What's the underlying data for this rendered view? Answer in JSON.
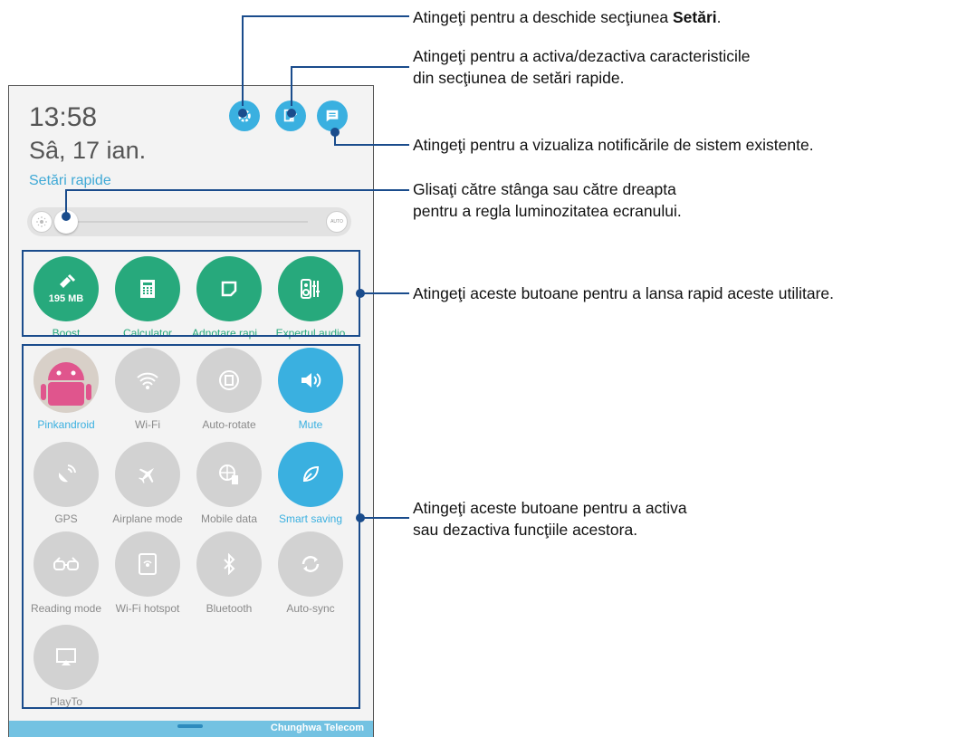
{
  "phone": {
    "time": "13:58",
    "date": "Sâ, 17 ian.",
    "quick_settings_label": "Setări rapide",
    "top_icons": [
      "settings-icon",
      "edit-quick-settings-icon",
      "notifications-icon"
    ],
    "brightness_auto_label": "AUTO",
    "utilities": [
      {
        "label": "Boost",
        "value": "195 MB",
        "icon": "broom-icon"
      },
      {
        "label": "Calculator",
        "icon": "calculator-icon"
      },
      {
        "label": "Adnotare rapi...",
        "icon": "quick-memo-icon"
      },
      {
        "label": "Expertul audio",
        "icon": "audio-wizard-icon"
      }
    ],
    "toggles": [
      {
        "label": "Pinkandroid",
        "state": "on",
        "icon": "avatar"
      },
      {
        "label": "Wi-Fi",
        "state": "off",
        "icon": "wifi-icon"
      },
      {
        "label": "Auto-rotate",
        "state": "off",
        "icon": "auto-rotate-icon"
      },
      {
        "label": "Mute",
        "state": "on",
        "icon": "mute-icon"
      },
      {
        "label": "GPS",
        "state": "off",
        "icon": "gps-icon"
      },
      {
        "label": "Airplane mode",
        "state": "off",
        "icon": "airplane-icon"
      },
      {
        "label": "Mobile data",
        "state": "off",
        "icon": "mobile-data-icon"
      },
      {
        "label": "Smart saving",
        "state": "on",
        "icon": "leaf-icon"
      },
      {
        "label": "Reading mode",
        "state": "off",
        "icon": "glasses-icon"
      },
      {
        "label": "Wi-Fi hotspot",
        "state": "off",
        "icon": "hotspot-icon"
      },
      {
        "label": "Bluetooth",
        "state": "off",
        "icon": "bluetooth-icon"
      },
      {
        "label": "Auto-sync",
        "state": "off",
        "icon": "sync-icon"
      },
      {
        "label": "PlayTo",
        "state": "off",
        "icon": "cast-icon"
      }
    ],
    "carrier": "Chunghwa Telecom"
  },
  "annotations": {
    "settings": {
      "prefix": "Atingeţi pentru a deschide secţiunea ",
      "bold": "Setări",
      "suffix": "."
    },
    "edit_line1": "Atingeţi pentru a activa/dezactiva caracteristicile",
    "edit_line2": "din secţiunea de setări rapide.",
    "notifications": "Atingeţi pentru a vizualiza notificările de sistem existente.",
    "brightness_line1": "Glisaţi către stânga sau către dreapta",
    "brightness_line2": "pentru a regla luminozitatea ecranului.",
    "utilities": "Atingeţi aceste butoane pentru a lansa rapid aceste utilitare.",
    "toggles_line1": "Atingeţi aceste butoane pentru a activa",
    "toggles_line2": "sau dezactiva funcţiile acestora."
  },
  "colors": {
    "accent": "#3ab0e0",
    "utility_green": "#27a97c",
    "annotation": "#1a4c8c",
    "inactive": "#d2d2d2"
  }
}
